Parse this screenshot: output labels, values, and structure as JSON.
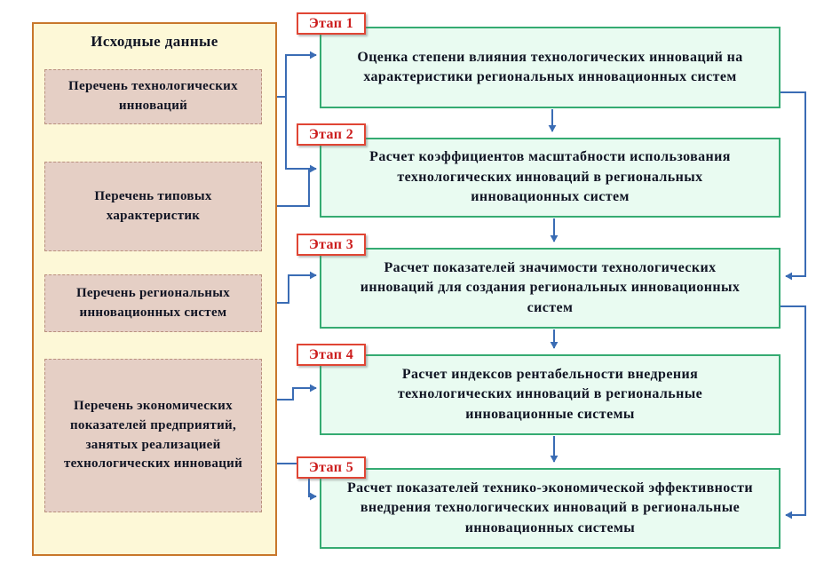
{
  "input_panel": {
    "title": "Исходные данные",
    "items": [
      "Перечень технологических инноваций",
      "Перечень типовых характеристик",
      "Перечень региональных инновационных систем",
      "Перечень экономических показателей предприятий, занятых реализацией технологических инноваций"
    ]
  },
  "stages": [
    {
      "label": "Этап 1",
      "text": "Оценка степени влияния технологических инноваций на характеристики региональных инновационных систем"
    },
    {
      "label": "Этап 2",
      "text": "Расчет коэффициентов масштабности использования технологических инноваций в региональных инновационных систем"
    },
    {
      "label": "Этап 3",
      "text": "Расчет показателей значимости технологических инноваций для создания региональных инновационных систем"
    },
    {
      "label": "Этап 4",
      "text": "Расчет индексов рентабельности внедрения технологических инноваций в региональные инновационные системы"
    },
    {
      "label": "Этап 5",
      "text": "Расчет показателей технико-экономической эффективности внедрения технологических инноваций в региональные инновационных системы"
    }
  ],
  "colors": {
    "panel_background": "#fdf8d7",
    "panel_border": "#c8772b",
    "input_item_background": "#e5cfc5",
    "input_item_border": "#b9907e",
    "stage_background": "#e9fbf1",
    "stage_border": "#35ab72",
    "stage_label_border": "#e04534",
    "stage_label_text": "#cc1d1d",
    "arrow": "#3a6cb4",
    "text": "#101423"
  }
}
